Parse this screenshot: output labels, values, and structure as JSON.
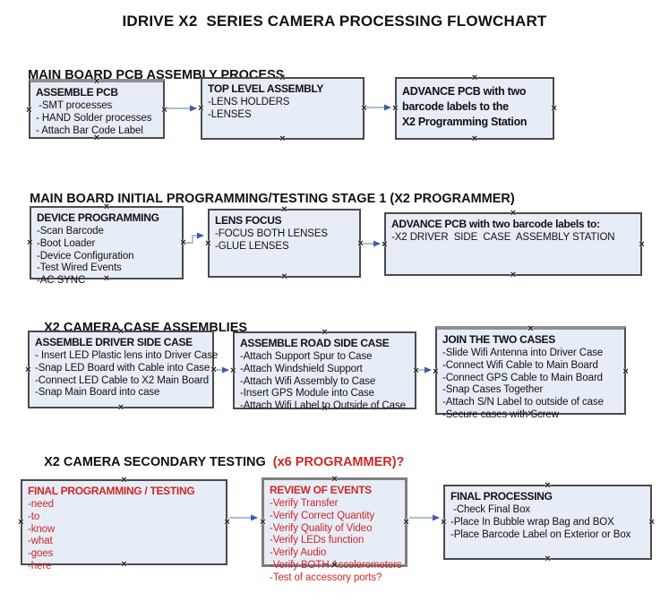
{
  "title": "IDRIVE X2  SERIES CAMERA PROCESSING FLOWCHART",
  "colors": {
    "red_text": "#cc2727",
    "box_fill": "#e7edf6",
    "box_border": "#4a4a4a",
    "arrow_line": "#8fa7c6",
    "arrow_head": "#3b5ca8"
  },
  "decorations": {
    "connection_handle_glyph": "×"
  },
  "sections": [
    {
      "heading": "MAIN BOARD PCB ASSEMBLY PROCESS",
      "boxes": [
        {
          "title": "ASSEMBLE PCB",
          "items": [
            " -SMT processes",
            "- HAND Solder processes",
            "- Attach Bar Code Label"
          ]
        },
        {
          "title": "TOP LEVEL ASSEMBLY",
          "items": [
            "-LENS HOLDERS",
            "-LENSES"
          ]
        },
        {
          "title": "ADVANCE PCB with two barcode labels to the\n X2 Programming Station",
          "items": []
        }
      ]
    },
    {
      "heading": "MAIN BOARD INITIAL PROGRAMMING/TESTING STAGE 1 (X2 PROGRAMMER)",
      "boxes": [
        {
          "title": "DEVICE PROGRAMMING",
          "items": [
            "-Scan Barcode",
            "-Boot Loader",
            "-Device Configuration",
            "-Test Wired Events",
            "-AC SYNC"
          ]
        },
        {
          "title": "LENS FOCUS",
          "items": [
            "-FOCUS BOTH LENSES",
            "-GLUE LENSES"
          ]
        },
        {
          "title": "ADVANCE PCB with two barcode labels to:",
          "items": [
            "-X2 DRIVER  SIDE  CASE  ASSEMBLY STATION"
          ]
        }
      ]
    },
    {
      "heading": "X2 CAMERA CASE ASSEMBLIES",
      "boxes": [
        {
          "title": "ASSEMBLE DRIVER SIDE CASE",
          "items": [
            "- Insert LED Plastic lens into Driver Case",
            "-Snap LED Board with Cable into Case",
            "-Connect LED Cable to X2 Main Board",
            "-Snap Main Board into case"
          ]
        },
        {
          "title": "ASSEMBLE ROAD SIDE CASE",
          "items": [
            "-Attach Support Spur to Case",
            "-Attach Windshield Support",
            "-Attach Wifi Assembly to Case",
            "-Insert GPS Module into Case",
            "-Attach Wifi Label to Outside of Case"
          ]
        },
        {
          "title": "JOIN THE TWO CASES",
          "items": [
            "-Slide Wifi Antenna into Driver Case",
            "-Connect Wifi Cable to Main Board",
            "-Connect GPS Cable to Main Board",
            "-Snap Cases Together",
            "-Attach S/N Label to outside of case",
            "-Secure cases with Screw"
          ]
        }
      ]
    },
    {
      "heading": "X2 CAMERA SECONDARY TESTING",
      "heading_red": "  (x6 PROGRAMMER)?",
      "boxes": [
        {
          "title": "FINAL PROGRAMMING / TESTING",
          "items": [
            "-need",
            "-to",
            "-know",
            "-what",
            "-goes",
            "-here"
          ]
        },
        {
          "title": "REVIEW OF EVENTS",
          "items": [
            "-Verify Transfer",
            "-Verify Correct Quantity",
            "-Verify Quality of Video",
            "-Verify LEDs function",
            "-Verify Audio",
            "-Verify BOTH Accelerometers",
            "-Test of accessory ports?"
          ]
        },
        {
          "title": "FINAL PROCESSING",
          "items": [
            " -Check Final Box",
            "-Place In Bubble wrap Bag and BOX",
            "-Place Barcode Label on Exterior or Box"
          ]
        }
      ]
    }
  ]
}
